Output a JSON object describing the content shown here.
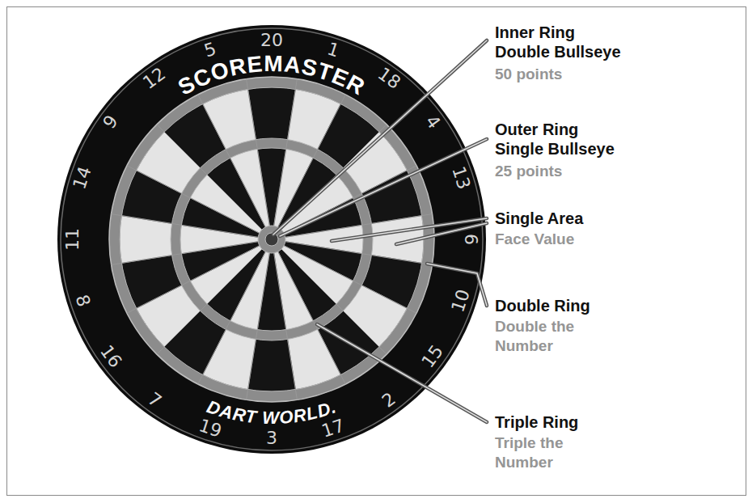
{
  "diagram": {
    "labels": [
      "20",
      "1",
      "18",
      "4",
      "13",
      "6",
      "10",
      "15",
      "2",
      "17",
      "3",
      "19",
      "7",
      "16",
      "8",
      "11",
      "14",
      "9",
      "12",
      "5",
      "SCOREMASTER",
      "DART WORLD.",
      "Inner Ring Double Bullseye",
      "50 points",
      "Outer Ring Single Bullseye",
      "25 points",
      "Single Area",
      "Face Value",
      "Double Ring",
      "Double the Number",
      "Triple Ring",
      "Triple the Number"
    ]
  }
}
